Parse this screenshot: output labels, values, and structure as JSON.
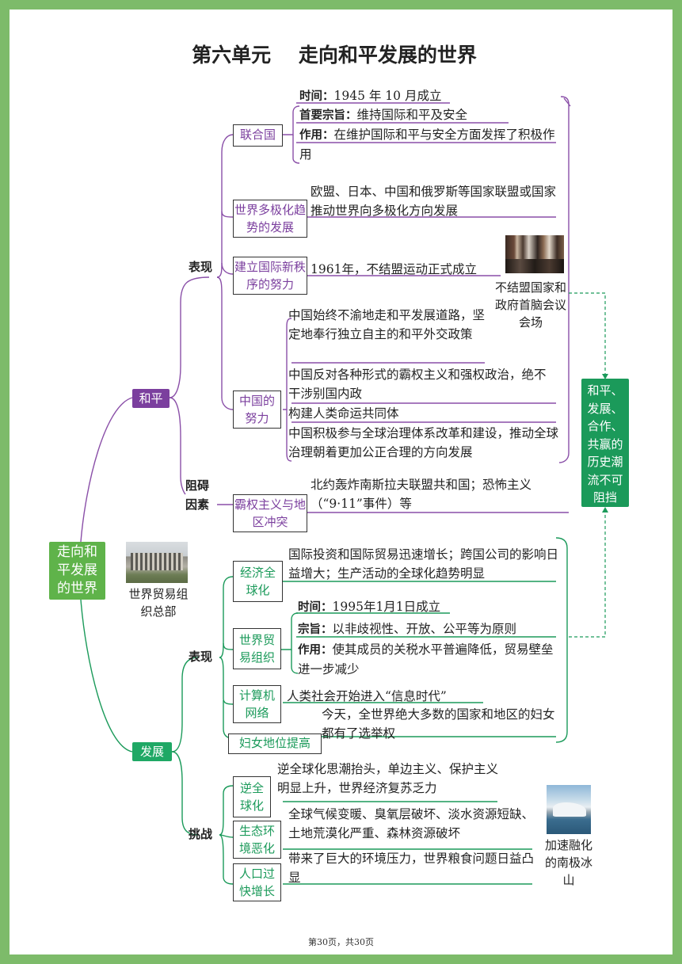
{
  "title": "第六单元    走向和平发展的世界",
  "root": "走向和平发展的世界",
  "conclusion": "和平、发展、合作、共赢的历史潮流不可阻挡",
  "peace": {
    "label": "和平",
    "performance_label": "表现",
    "obstacle_label": "阻碍因素",
    "un": {
      "label": "联合国",
      "time_key": "时间：",
      "time_val": "1945 年 10 月成立",
      "aim_key": "首要宗旨：",
      "aim_val": "维持国际和平及安全",
      "role_key": "作用：",
      "role_val": "在维护国际和平与安全方面发挥了积极作用"
    },
    "multipolar": {
      "label": "世界多极化趋势的发展",
      "text": "欧盟、日本、中国和俄罗斯等国家联盟或国家推动世界向多极化方向发展"
    },
    "new_order": {
      "label": "建立国际新秩序的努力",
      "text": "1961年，不结盟运动正式成立",
      "photo_caption": "不结盟国家和政府首脑会议会场"
    },
    "china": {
      "label": "中国的努力",
      "items": [
        "中国始终不渝地走和平发展道路，坚定地奉行独立自主的和平外交政策",
        "中国反对各种形式的霸权主义和强权政治，绝不干涉别国内政",
        "构建人类命运共同体",
        "中国积极参与全球治理体系改革和建设，推动全球治理朝着更加公正合理的方向发展"
      ]
    },
    "hegemony": {
      "label": "霸权主义与地区冲突",
      "text": "北约轰炸南斯拉夫联盟共和国；恐怖主义（“9·11”事件）等"
    }
  },
  "development": {
    "label": "发展",
    "performance_label": "表现",
    "challenge_label": "挑战",
    "wto_photo_caption": "世界贸易组织总部",
    "econ": {
      "label": "经济全球化",
      "text": "国际投资和国际贸易迅速增长；跨国公司的影响日益增大；生产活动的全球化趋势明显"
    },
    "wto": {
      "label": "世界贸易组织",
      "time_key": "时间：",
      "time_val": "1995年1月1日成立",
      "aim_key": "宗旨：",
      "aim_val": "以非歧视性、开放、公平等为原则",
      "role_key": "作用：",
      "role_val": "使其成员的关税水平普遍降低，贸易壁垒进一步减少"
    },
    "computer": {
      "label": "计算机网络",
      "text": "人类社会开始进入“信息时代”"
    },
    "women": {
      "label": "妇女地位提高",
      "text": "今天，全世界绝大多数的国家和地区的妇女都有了选举权"
    },
    "anti_glob": {
      "label": "逆全球化",
      "text": "逆全球化思潮抬头，单边主义、保护主义明显上升，世界经济复苏乏力"
    },
    "eco": {
      "label": "生态环境恶化",
      "text": "全球气候变暖、臭氧层破坏、淡水资源短缺、土地荒漠化严重、森林资源破坏"
    },
    "population": {
      "label": "人口过快增长",
      "text": "带来了巨大的环境压力，世界粮食问题日益凸显"
    },
    "ice_caption": "加速融化的南极冰山"
  },
  "footer": "第30页，共30页",
  "colors": {
    "purple": "#7b3f9e",
    "green": "#1b9a5a",
    "root_green": "#5fb34a",
    "frame": "#7dbb6a"
  }
}
